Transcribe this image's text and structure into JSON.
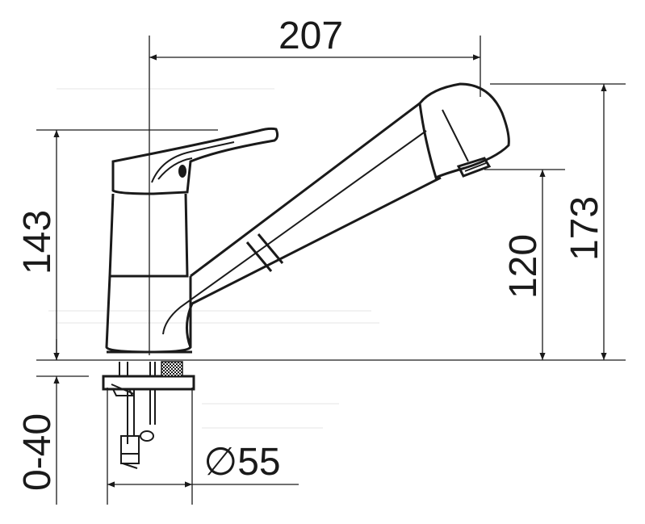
{
  "dimensions": {
    "width_top": "207",
    "height_lever": "143",
    "height_total": "173",
    "height_spout": "120",
    "mount_range": "0-40",
    "hole_diameter": "∅55"
  },
  "colors": {
    "line": "#1a1a1a",
    "background": "#ffffff"
  }
}
